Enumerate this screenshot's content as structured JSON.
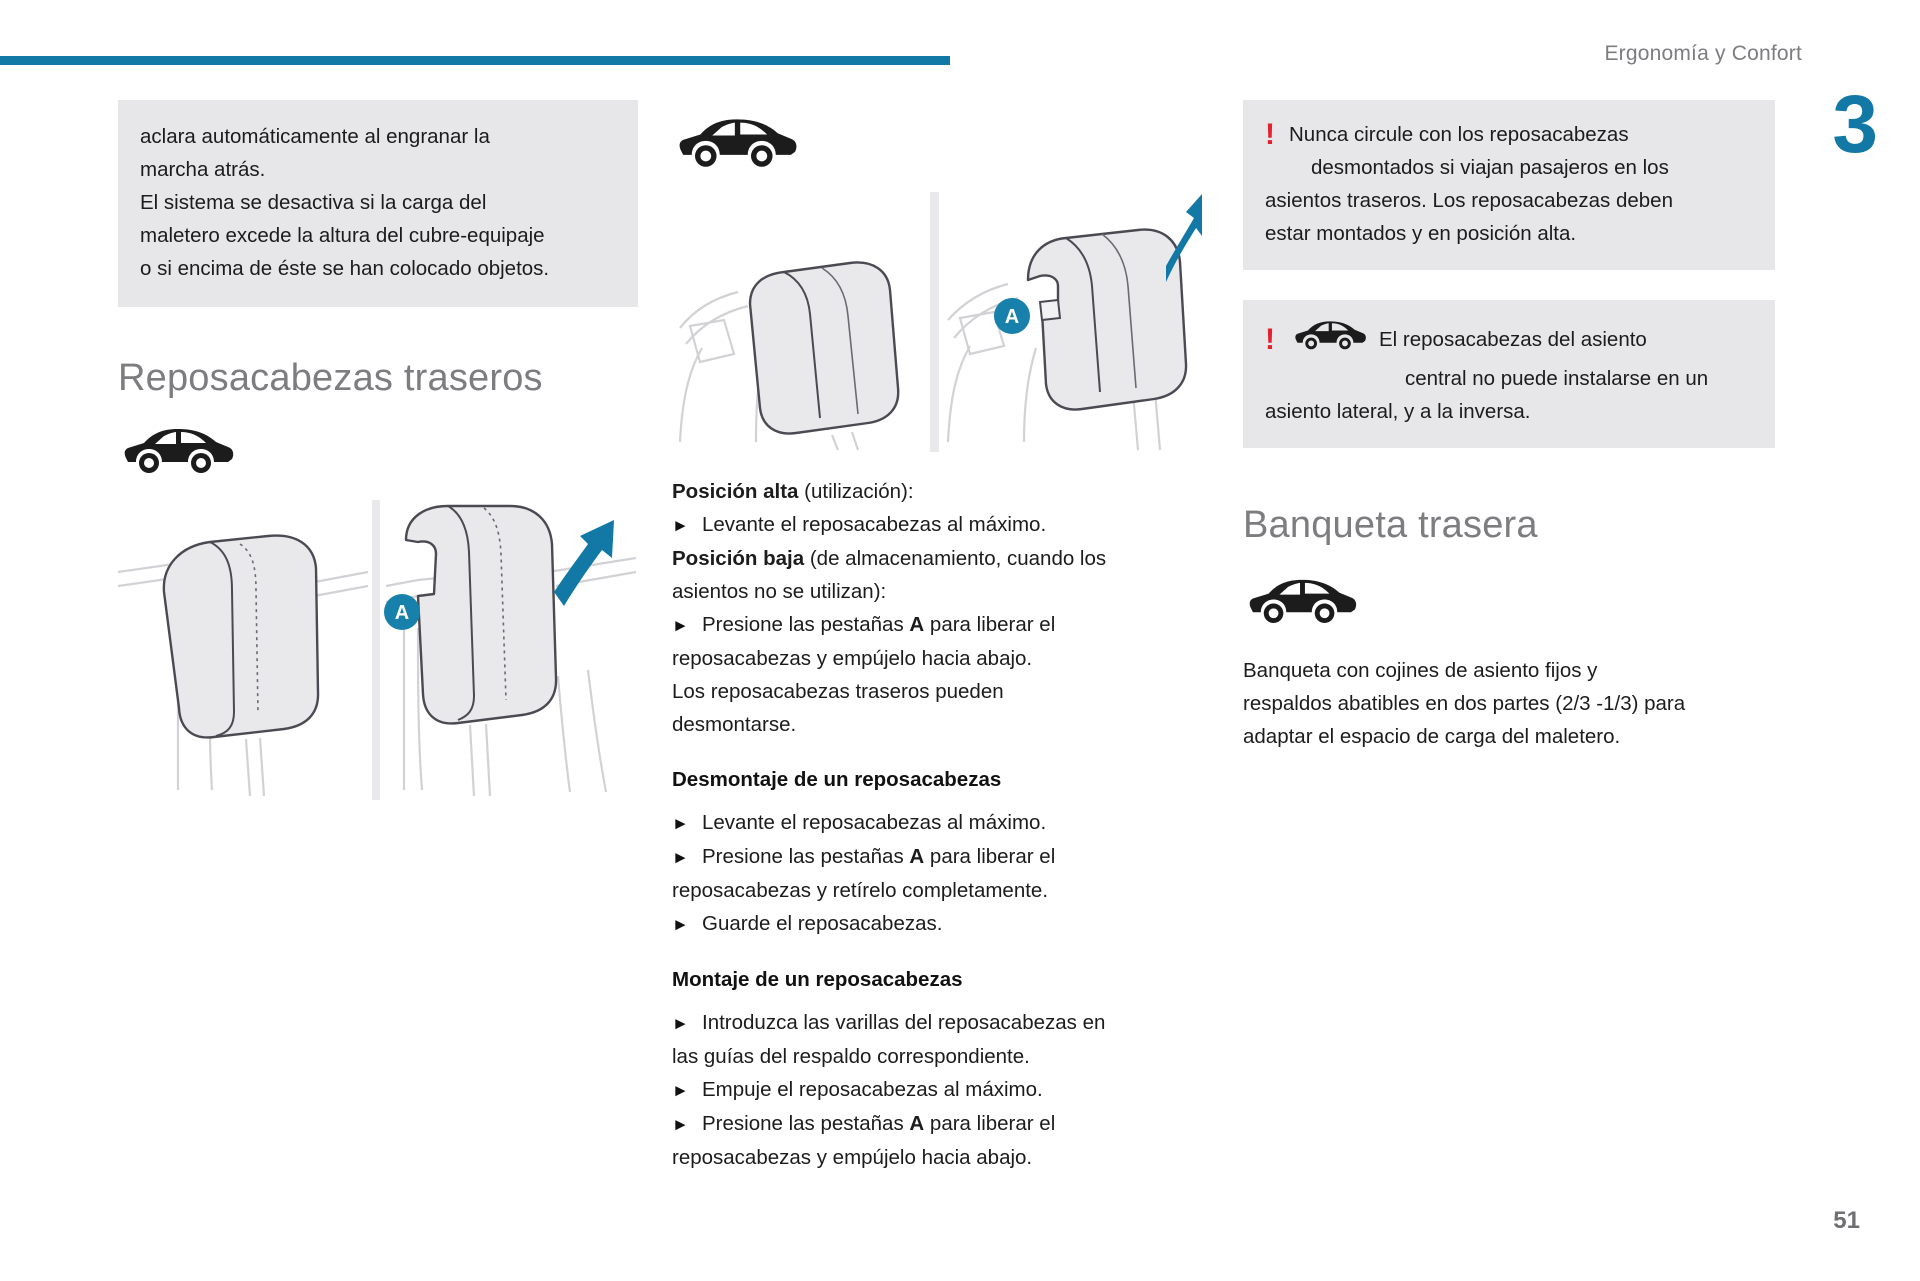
{
  "header": {
    "running_title": "Ergonomía y Confort",
    "chapter_number": "3",
    "page_number": "51",
    "rule_color": "#1279a6"
  },
  "colors": {
    "accent_blue": "#1279a6",
    "callout_blue": "#1881ab",
    "warning_red": "#e2222f",
    "box_grey": "#e7e7e9",
    "heading_grey": "#7d7d81"
  },
  "left_column": {
    "info_box": {
      "line1": "aclara automáticamente al engranar la",
      "line2": "marcha atrás.",
      "line3": "El sistema se desactiva si la carga del",
      "line4": "maletero excede la altura del cubre-equipaje",
      "line5": "o si encima de éste se han colocado objetos."
    },
    "section_title": "Reposacabezas traseros",
    "car_icon": "car-side-icon",
    "illustration": {
      "name": "headrest-low-high-illustration",
      "callout_label": "A"
    }
  },
  "middle_column": {
    "car_icon": "car-side-icon",
    "illustration": {
      "name": "headrest-release-tab-illustration",
      "callout_label": "A"
    },
    "position_high_label": "Posición alta",
    "position_high_suffix": " (utilización):",
    "position_high_step": "Levante el reposacabezas al máximo.",
    "position_low_label": "Posición baja",
    "position_low_suffix": " (de almacenamiento, cuando los",
    "position_low_suffix2": "asientos no se utilizan):",
    "position_low_step_a": "Presione las pestañas ",
    "position_low_step_a_bold": "A",
    "position_low_step_a_rest": " para liberar el",
    "position_low_step_b": "reposacabezas y empújelo hacia abajo.",
    "position_low_note1": "Los reposacabezas traseros pueden",
    "position_low_note2": "desmontarse.",
    "removal_heading": "Desmontaje de un reposacabezas",
    "removal_step1": "Levante el reposacabezas al máximo.",
    "removal_step2_pre": "Presione las pestañas ",
    "removal_step2_bold": "A",
    "removal_step2_post": " para liberar el",
    "removal_step2_cont": "reposacabezas y retírelo completamente.",
    "removal_step3": "Guarde el reposacabezas.",
    "fitting_heading": "Montaje de un reposacabezas",
    "fitting_step1": "Introduzca las varillas del reposacabezas en",
    "fitting_step1_cont": "las guías del respaldo correspondiente.",
    "fitting_step2": "Empuje el reposacabezas al máximo.",
    "fitting_step3_pre": "Presione las pestañas ",
    "fitting_step3_bold": "A",
    "fitting_step3_post": " para liberar el",
    "fitting_step3_cont": "reposacabezas y empújelo hacia abajo.",
    "arrow_glyph": "►"
  },
  "right_column": {
    "warning_1": {
      "icon": "exclamation-icon",
      "line1": "Nunca circule con los reposacabezas",
      "line2": "desmontados si viajan pasajeros en los",
      "line3": "asientos traseros. Los reposacabezas deben",
      "line4": "estar montados y en posición alta."
    },
    "warning_2": {
      "icon": "exclamation-icon",
      "car_icon": "car-side-icon",
      "line1": "El reposacabezas del asiento",
      "line2": "central no puede instalarse en un",
      "line3": "asiento lateral, y a la inversa."
    },
    "section_title": "Banqueta trasera",
    "car_icon": "car-side-icon",
    "body": {
      "line1": "Banqueta con cojines de asiento fijos y",
      "line2": "respaldos abatibles en dos partes (2/3 -1/3) para",
      "line3": "adaptar el espacio de carga del maletero."
    }
  }
}
